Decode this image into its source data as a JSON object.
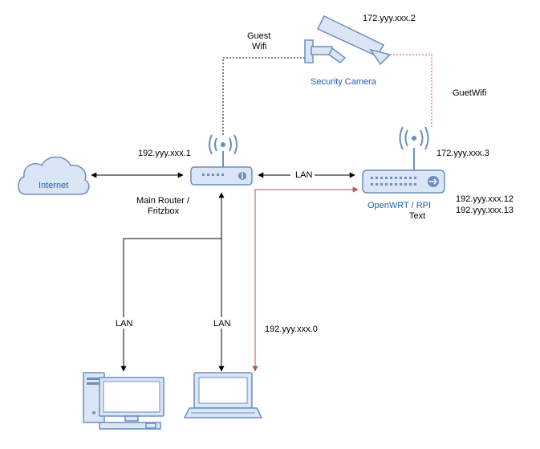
{
  "labels": {
    "camera_ip": "172.yyy.xxx.2",
    "guest_wifi": [
      "Guest",
      "Wifi"
    ],
    "security_camera": "Security Camera",
    "guet_wifi": "GuetWifi",
    "main_router_ip": "192.yyy.xxx.1",
    "openwrt_ip": "172.yyy.xxx.3",
    "internet": "Internet",
    "lan_link": "LAN",
    "main_router": [
      "Main Router /",
      "Fritzbox"
    ],
    "openwrt": "OpenWRT / RPI",
    "text": "Text",
    "openwrt_ips": [
      "192.yyy.xxx.12",
      "192.yyy.xxx.13"
    ],
    "lan_desktop": "LAN",
    "lan_laptop": "LAN",
    "subnet": "192.yyy.xxx.0"
  },
  "colors": {
    "device_fill": "#dae6f5",
    "device_stroke": "#6c8ebf",
    "blue_text": "#1f5fa8",
    "red_link": "#b85450",
    "line": "#000000"
  }
}
